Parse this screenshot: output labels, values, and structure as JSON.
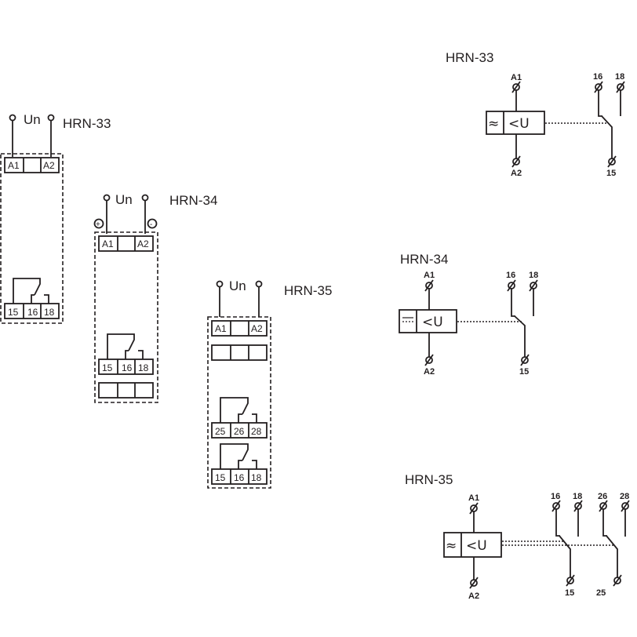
{
  "wiring": [
    {
      "model": "HRN-33",
      "supply_label": "Un",
      "polarity": null,
      "top_terminals": [
        "A1",
        "",
        "A2"
      ],
      "extra_rows": 0,
      "contact_blocks": [
        [
          "15",
          "16",
          "18"
        ]
      ],
      "bottom_blank_rows": 0
    },
    {
      "model": "HRN-34",
      "supply_label": "Un",
      "polarity": [
        "+",
        "-"
      ],
      "top_terminals": [
        "A1",
        "",
        "A2"
      ],
      "extra_rows": 0,
      "contact_blocks": [
        [
          "15",
          "16",
          "18"
        ]
      ],
      "bottom_blank_rows": 1
    },
    {
      "model": "HRN-35",
      "supply_label": "Un",
      "polarity": null,
      "top_terminals": [
        "A1",
        "",
        "A2"
      ],
      "extra_rows": 1,
      "contact_blocks": [
        [
          "25",
          "26",
          "28"
        ],
        [
          "15",
          "16",
          "18"
        ]
      ],
      "bottom_blank_rows": 0
    }
  ],
  "symbols": [
    {
      "model": "HRN-33",
      "supply_symbol": "≈",
      "function_label": "<U",
      "coil_terminals": [
        "A1",
        "A2"
      ],
      "contacts": [
        {
          "common": "15",
          "nc": "16",
          "no": "18"
        }
      ]
    },
    {
      "model": "HRN-34",
      "supply_symbol": "⎓",
      "function_label": "<U",
      "coil_terminals": [
        "A1",
        "A2"
      ],
      "contacts": [
        {
          "common": "15",
          "nc": "16",
          "no": "18"
        }
      ]
    },
    {
      "model": "HRN-35",
      "supply_symbol": "≈",
      "function_label": "<U",
      "coil_terminals": [
        "A1",
        "A2"
      ],
      "contacts": [
        {
          "common": "15",
          "nc": "16",
          "no": "18"
        },
        {
          "common": "25",
          "nc": "26",
          "no": "28"
        }
      ]
    }
  ],
  "colors": {
    "ink": "#231f20",
    "background": "#ffffff"
  }
}
